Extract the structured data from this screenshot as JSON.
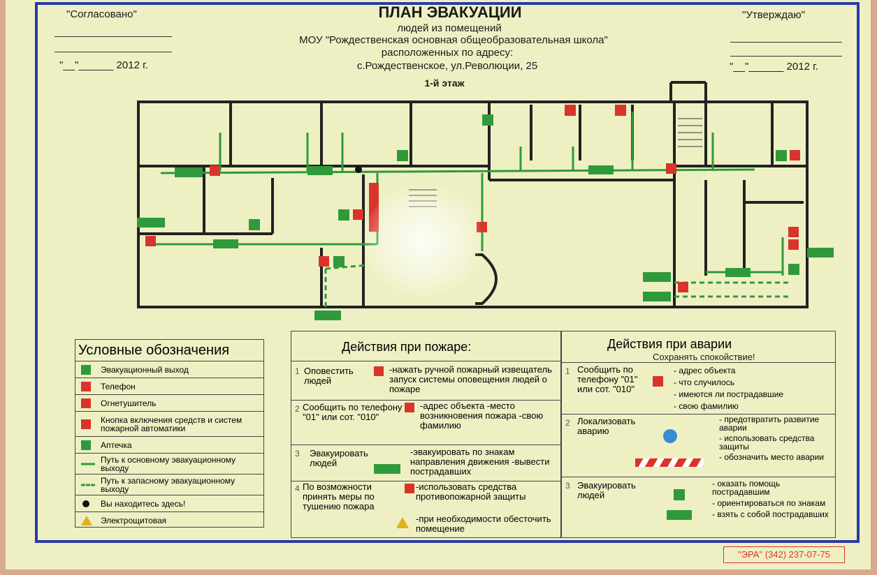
{
  "header": {
    "approved_left": "\"Согласовано\"",
    "date_left": "\"__\"______ 2012 г.",
    "approved_right": "\"Утверждаю\"",
    "date_right": "\"__\"______ 2012 г.",
    "title": "ПЛАН ЭВАКУАЦИИ",
    "line1": "людей из помещений",
    "line2": "МОУ \"Рождественская основная общеобразовательная школа\"",
    "line3": "расположенных по адресу:",
    "line4": "с.Рождественское, ул.Революции, 25",
    "floor": "1-й этаж"
  },
  "legend": {
    "title": "Условные обозначения",
    "items": [
      {
        "label": "Эвакуационный выход",
        "icon": "exit-sign-icon",
        "color": "#2f9a3a"
      },
      {
        "label": "Телефон",
        "icon": "phone-icon",
        "color": "#d9342b"
      },
      {
        "label": "Огнетушитель",
        "icon": "extinguisher-icon",
        "color": "#d9342b"
      },
      {
        "label": "Кнопка включения средств и систем пожарной автоматики",
        "icon": "alarm-button-icon",
        "color": "#d9342b"
      },
      {
        "label": "Аптечка",
        "icon": "first-aid-icon",
        "color": "#2f9a3a"
      },
      {
        "label": "Путь к основному эвакуационному выходу",
        "icon": "solid-path-icon",
        "color": "#2f9a3a"
      },
      {
        "label": "Путь к запасному эвакуационному выходу",
        "icon": "dashed-path-icon",
        "color": "#2f9a3a"
      },
      {
        "label": "Вы находитесь здесь!",
        "icon": "you-are-here-icon",
        "color": "#111111"
      },
      {
        "label": "Электрощитовая",
        "icon": "electrical-panel-icon",
        "color": "#e2b21a"
      }
    ]
  },
  "fire": {
    "title": "Действия при пожаре:",
    "rows": [
      {
        "num": "1",
        "action": "Оповестить людей",
        "details": "-нажать ручной пожарный извещатель запуск системы оповещения людей о пожаре"
      },
      {
        "num": "2",
        "action": "Сообщить по телефону \"01\" или сот. \"010\"",
        "details": "-адрес объекта -место возникновения пожара -свою фамилию"
      },
      {
        "num": "3",
        "action": "Эвакуировать людей",
        "details": "-эвакуировать по знакам направления движения -вывести пострадавших"
      },
      {
        "num": "4",
        "action": "По возможности принять меры по тушению пожара",
        "details": "-использовать средства противопожарной защиты",
        "details2": "-при необходимости обесточить помещение"
      }
    ]
  },
  "accident": {
    "title": "Действия при аварии",
    "subtitle": "Сохранять спокойствие!",
    "rows": [
      {
        "num": "1",
        "action": "Сообщить по телефону \"01\" или сот. \"010\"",
        "details": [
          "- адрес объекта",
          "- что случилось",
          "- имеются ли пострадавшие",
          "- свою фамилию"
        ]
      },
      {
        "num": "2",
        "action": "Локализовать аварию",
        "details": [
          "- предотвратить развитие аварии",
          "- использовать средства защиты",
          "- обозначить место аварии"
        ]
      },
      {
        "num": "3",
        "action": "Эвакуировать людей",
        "details": [
          "- оказать помощь пострадавшим",
          "- ориентироваться по знакам",
          "- взять с собой пострадавших"
        ]
      }
    ]
  },
  "footer": {
    "maker": "\"ЭРА\" (342) 237-07-75"
  },
  "colors": {
    "frame": "#2a3aa8",
    "route": "#2f9a3a",
    "danger": "#d9342b",
    "wall": "#222222",
    "board": "#eef0c4"
  }
}
